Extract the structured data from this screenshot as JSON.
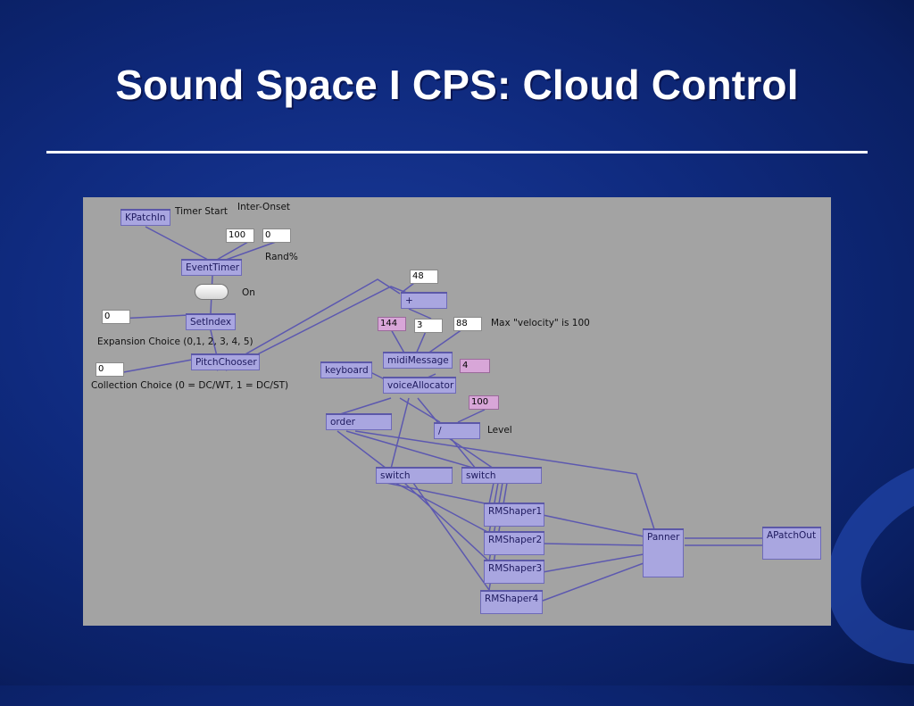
{
  "slide": {
    "title": "Sound Space I CPS: Cloud Control"
  },
  "patch": {
    "objects": {
      "kpatchin": "KPatchIn",
      "eventtimer": "EventTimer",
      "setindex": "SetIndex",
      "pitchchooser": "PitchChooser",
      "keyboard": "keyboard",
      "plus": "+",
      "midimessage": "midiMessage",
      "voiceallocator": "voiceAllocator",
      "order": "order",
      "divide": "/",
      "switch1": "switch",
      "switch2": "switch",
      "rmshaper1": "RMShaper1",
      "rmshaper2": "RMShaper2",
      "rmshaper3": "RMShaper3",
      "rmshaper4": "RMShaper4",
      "panner": "Panner",
      "apatchout": "APatchOut"
    },
    "numbers": {
      "interonset": "100",
      "rand": "0",
      "expansion": "0",
      "collection": "0",
      "plus_in": "48",
      "pitch": "144",
      "channel": "3",
      "velocity": "88",
      "voices": "4",
      "level": "100"
    },
    "labels": {
      "timer_start": "Timer Start",
      "inter_onset": "Inter-Onset",
      "rand_pct": "Rand%",
      "on": "On",
      "expansion_choice": "Expansion Choice (0,1, 2, 3, 4, 5)",
      "collection_choice": "Collection Choice (0 = DC/WT, 1 = DC/ST)",
      "max_velocity": "Max \"velocity\" is 100",
      "level": "Level"
    }
  }
}
